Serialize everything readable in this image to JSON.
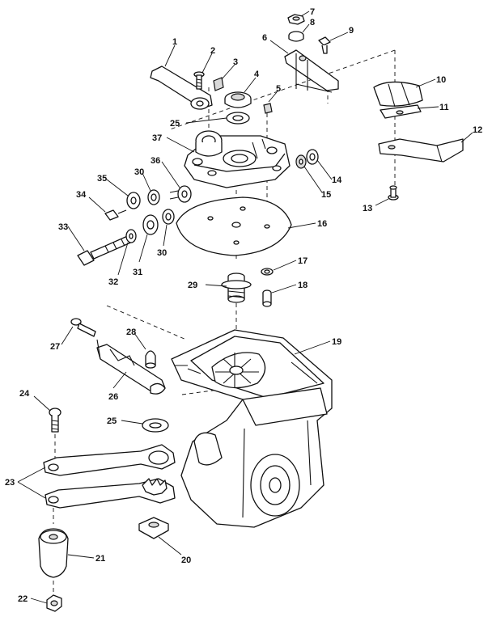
{
  "callouts": [
    "1",
    "2",
    "3",
    "4",
    "5",
    "6",
    "7",
    "8",
    "9",
    "10",
    "11",
    "12",
    "13",
    "14",
    "15",
    "16",
    "17",
    "18",
    "19",
    "20",
    "21",
    "22",
    "23",
    "24",
    "25",
    "25",
    "26",
    "27",
    "28",
    "29",
    "30",
    "30",
    "31",
    "32",
    "33",
    "34",
    "35",
    "36",
    "37"
  ]
}
